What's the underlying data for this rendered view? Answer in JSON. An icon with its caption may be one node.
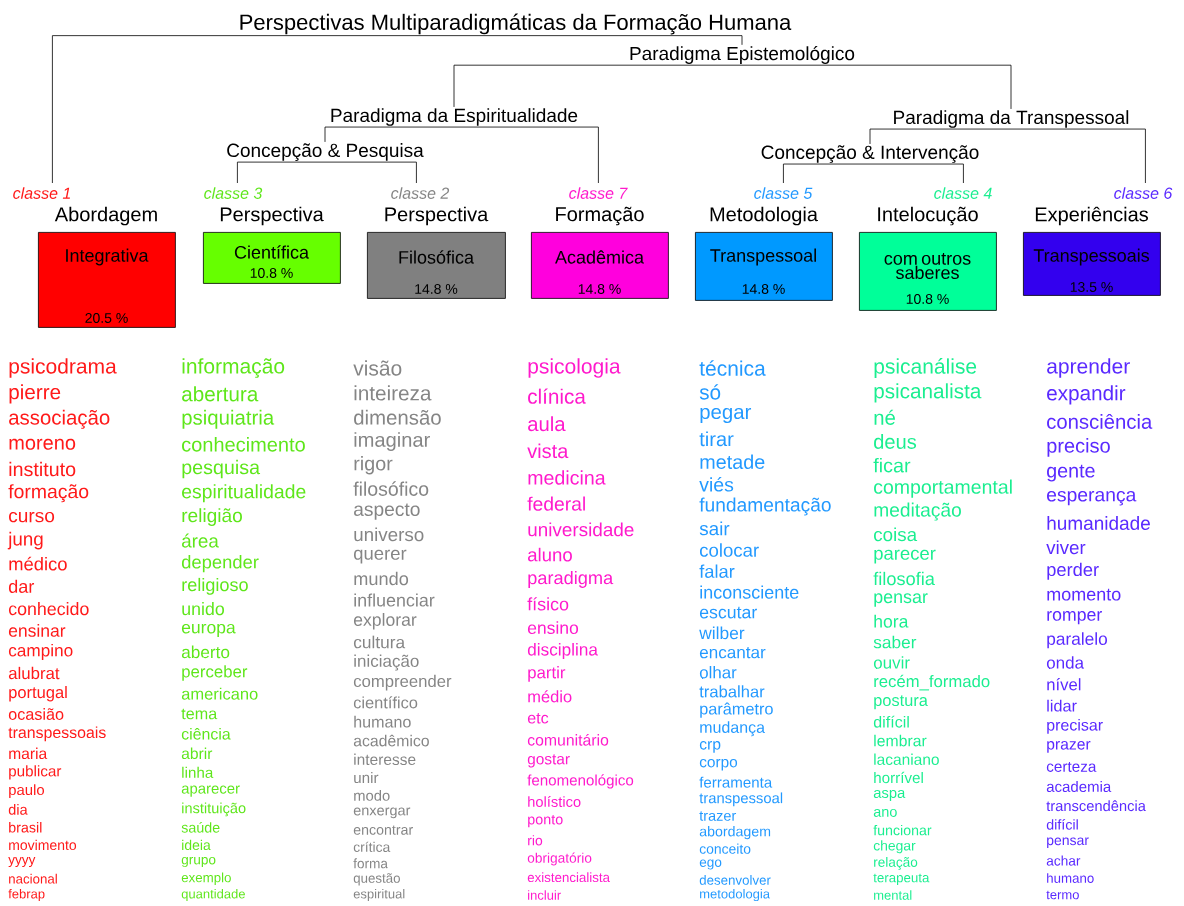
{
  "diagram": {
    "nodes": [
      {
        "text": [
          "Perspectivas Multiparadigmáticas da Formação Humana"
        ]
      },
      {
        "text": [
          "Paradigma Epistemológico"
        ]
      },
      {
        "text": [
          "Paradigma da Espiritualidade"
        ]
      },
      {
        "text": [
          "Concepção & Pesquisa"
        ]
      },
      {
        "text": [
          "Paradigma da Transpessoal"
        ]
      },
      {
        "text": [
          "Concepção & Intervenção"
        ]
      },
      {
        "text": [
          "Abordagem",
          "Integrativa",
          "20.5 %"
        ],
        "beside": [
          "classe 1",
          "psicodrama",
          "pierre",
          "associação",
          "moreno",
          "instituto",
          "formação",
          "curso",
          "jung",
          "médico",
          "dar",
          "conhecido",
          "ensinar",
          "campino",
          "alubrat",
          "portugal",
          "ocasião",
          "transpessoais",
          "maria",
          "publicar",
          "paulo",
          "dia",
          "brasil",
          "movimento",
          "yyyy",
          "nacional",
          "febrap"
        ]
      },
      {
        "text": [
          "Perspectiva",
          "Científica",
          "10.8 %"
        ],
        "beside": [
          "classe 3",
          "informação",
          "abertura",
          "psiquiatria",
          "conhecimento",
          "pesquisa",
          "espiritualidade",
          "religião",
          "área",
          "depender",
          "religioso",
          "unido",
          "europa",
          "aberto",
          "perceber",
          "americano",
          "tema",
          "ciência",
          "abrir",
          "linha",
          "aparecer",
          "instituição",
          "saúde",
          "ideia",
          "grupo",
          "exemplo",
          "quantidade"
        ]
      },
      {
        "text": [
          "Perspectiva",
          "Filosófica",
          "14.8 %"
        ],
        "beside": [
          "classe 2",
          "visão",
          "inteireza",
          "dimensão",
          "imaginar",
          "rigor",
          "filosófico",
          "aspecto",
          "universo",
          "querer",
          "mundo",
          "influenciar",
          "explorar",
          "cultura",
          "iniciação",
          "compreender",
          "científico",
          "humano",
          "acadêmico",
          "interesse",
          "unir",
          "modo",
          "enxergar",
          "encontrar",
          "crítica",
          "forma",
          "questão",
          "espiritual"
        ]
      },
      {
        "text": [
          "Formação",
          "Acadêmica",
          "14.8 %"
        ],
        "beside": [
          "classe 7",
          "psicologia",
          "clínica",
          "aula",
          "vista",
          "medicina",
          "federal",
          "universidade",
          "aluno",
          "paradigma",
          "físico",
          "ensino",
          "disciplina",
          "partir",
          "médio",
          "etc",
          "comunitário",
          "gostar",
          "fenomenológico",
          "holístico",
          "ponto",
          "rio",
          "obrigatório",
          "existencialista",
          "incluir"
        ]
      },
      {
        "text": [
          "Metodologia",
          "Transpessoal",
          "14.8 %"
        ],
        "beside": [
          "classe 5",
          "técnica",
          "só",
          "pegar",
          "tirar",
          "metade",
          "viés",
          "fundamentação",
          "sair",
          "colocar",
          "falar",
          "inconsciente",
          "escutar",
          "wilber",
          "encantar",
          "olhar",
          "trabalhar",
          "parâmetro",
          "mudança",
          "crp",
          "corpo",
          "ferramenta",
          "transpessoal",
          "trazer",
          "abordagem",
          "conceito",
          "ego",
          "desenvolver",
          "metodologia"
        ]
      },
      {
        "text": [
          "Intelocução",
          "com outros saberes",
          "10.8 %"
        ],
        "beside": [
          "classe 4",
          "psicanálise",
          "psicanalista",
          "né",
          "deus",
          "ficar",
          "comportamental",
          "meditação",
          "coisa",
          "parecer",
          "filosofia",
          "pensar",
          "hora",
          "saber",
          "ouvir",
          "recém_formado",
          "postura",
          "difícil",
          "lembrar",
          "lacaniano",
          "horrível",
          "aspa",
          "ano",
          "funcionar",
          "chegar",
          "relação",
          "terapeuta",
          "mental"
        ]
      },
      {
        "text": [
          "Experiências",
          "Transpessoais",
          "13.5 %"
        ],
        "beside": [
          "classe 6",
          "aprender",
          "expandir",
          "consciência",
          "preciso",
          "gente",
          "esperança",
          "humanidade",
          "viver",
          "perder",
          "momento",
          "romper",
          "paralelo",
          "onda",
          "nível",
          "lidar",
          "precisar",
          "prazer",
          "certeza",
          "academia",
          "transcendência",
          "difícil",
          "pensar",
          "achar",
          "humano",
          "termo"
        ]
      }
    ],
    "edges": [
      {
        "from": 0,
        "to": 6,
        "arrow": "none"
      },
      {
        "from": 0,
        "to": 1,
        "arrow": "none"
      },
      {
        "from": 1,
        "to": 2,
        "arrow": "none"
      },
      {
        "from": 1,
        "to": 4,
        "arrow": "none"
      },
      {
        "from": 2,
        "to": 3,
        "arrow": "none"
      },
      {
        "from": 2,
        "to": 9,
        "arrow": "none"
      },
      {
        "from": 3,
        "to": 7,
        "arrow": "none"
      },
      {
        "from": 3,
        "to": 8,
        "arrow": "none"
      },
      {
        "from": 4,
        "to": 5,
        "arrow": "none"
      },
      {
        "from": 4,
        "to": 12,
        "arrow": "none"
      },
      {
        "from": 5,
        "to": 10,
        "arrow": "none"
      },
      {
        "from": 5,
        "to": 11,
        "arrow": "none"
      }
    ]
  }
}
